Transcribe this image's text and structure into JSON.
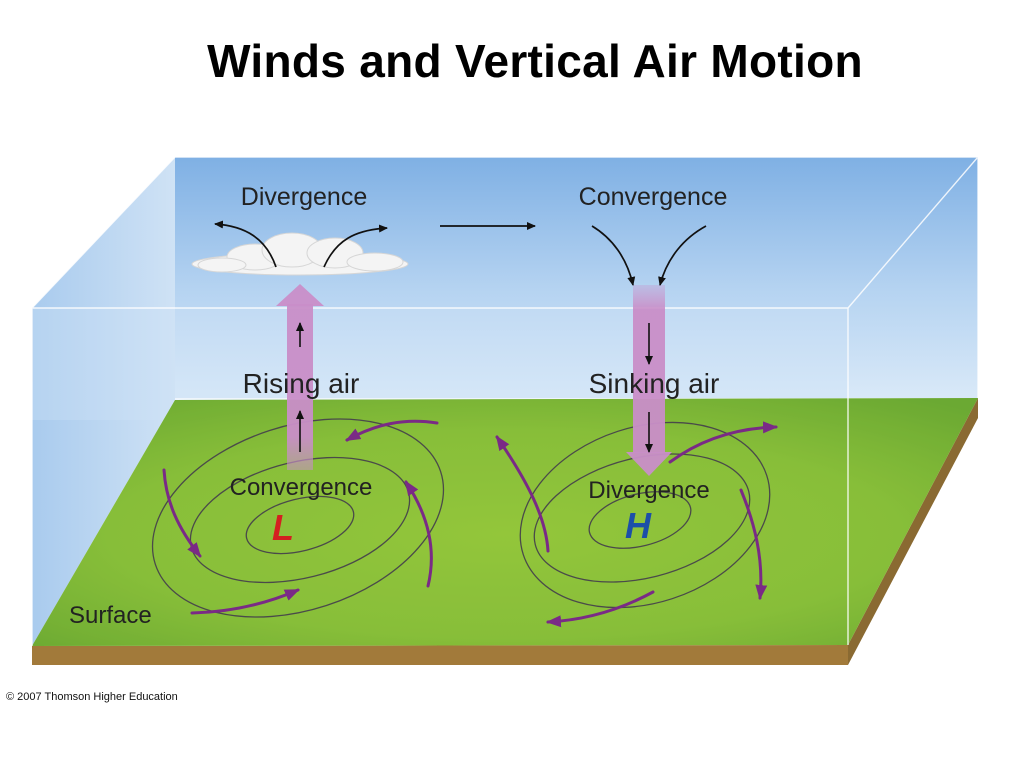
{
  "title": "Winds and Vertical Air Motion",
  "labels": {
    "upper_left": "Divergence",
    "upper_right": "Convergence",
    "rising": "Rising air",
    "sinking": "Sinking air",
    "surface_left": "Convergence",
    "surface_right": "Divergence",
    "surface": "Surface",
    "low": "L",
    "high": "H"
  },
  "colors": {
    "low_symbol": "#d42020",
    "high_symbol": "#1c4fa8",
    "wind_arrow": "#7a2a86",
    "vertical_column": "#c98ec8"
  },
  "credit": "© 2007 Thomson Higher Education"
}
